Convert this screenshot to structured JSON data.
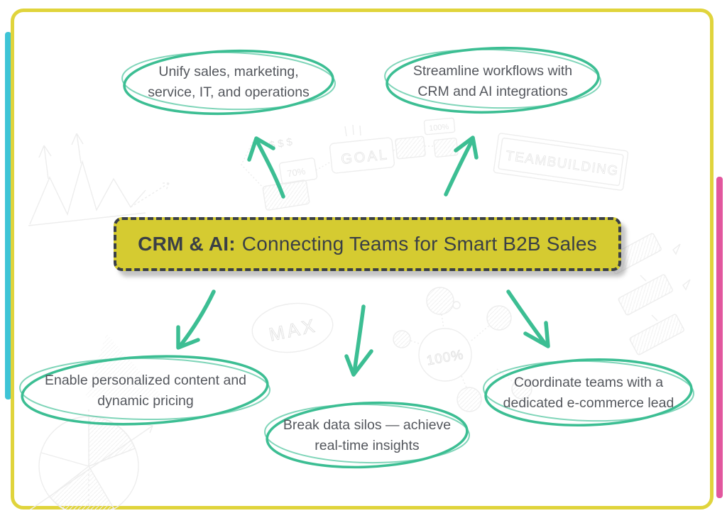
{
  "title": {
    "prefix": "CRM & AI:",
    "rest": "Connecting Teams for Smart B2B Sales"
  },
  "bubbles": [
    {
      "id": "unify",
      "lines": [
        "Unify sales, marketing,",
        "service, IT, and operations"
      ]
    },
    {
      "id": "streamline",
      "lines": [
        "Streamline workflows with",
        "CRM and AI integrations"
      ]
    },
    {
      "id": "personalize",
      "lines": [
        "Enable personalized content and",
        "dynamic pricing"
      ]
    },
    {
      "id": "silos",
      "lines": [
        "Break data silos — achieve",
        "real-time insights"
      ]
    },
    {
      "id": "coordinate",
      "lines": [
        "Coordinate teams with a",
        "dedicated e-commerce lead"
      ]
    }
  ],
  "doodles": {
    "dollars": "$$$",
    "seventy": "70%",
    "goal": "GOAL",
    "hundred_top": "100%",
    "teambuilding": "TEAMBUILDING",
    "max": "MAX",
    "hundred_network": "100%"
  },
  "colors": {
    "accent_green": "#3CBE93",
    "title_bg": "#D5CB31",
    "title_border": "#3A3F46",
    "card_border": "#E0D43C",
    "left_accent_bar": "#3EC4D6",
    "right_accent_bar": "#E2579E",
    "bubble_text": "#54575D"
  }
}
